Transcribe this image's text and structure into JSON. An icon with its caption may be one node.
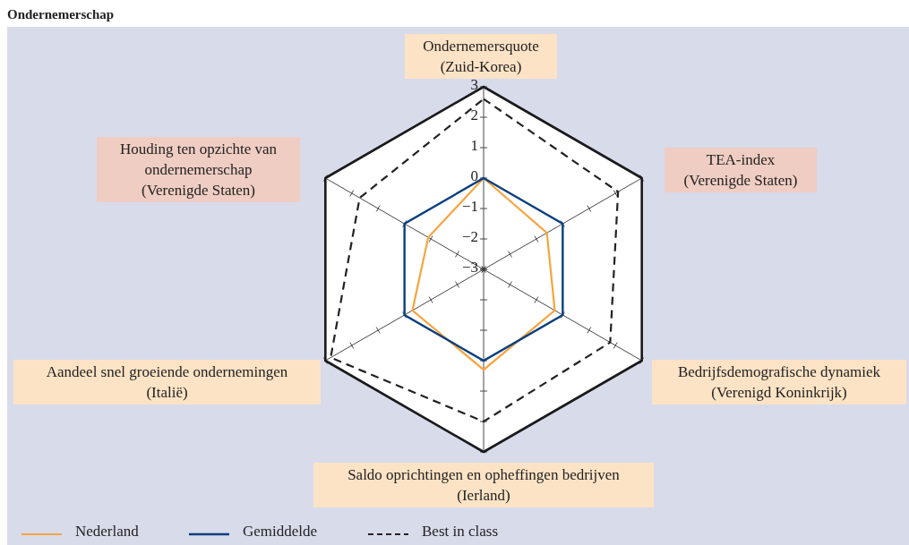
{
  "diagram": {
    "title": "Ondernemerschap",
    "nodes": [
      {
        "text": [
          "Ondernemersquote (Zuid-Korea)"
        ]
      },
      {
        "text": [
          "Houding ten opzichte van ondernemerschap (Verenigde Staten)"
        ]
      },
      {
        "text": [
          "TEA-index (Verenigde Staten)"
        ]
      },
      {
        "text": [
          "Aandeel snel groeiende ondernemingen (Italië)"
        ]
      },
      {
        "text": [
          "Bedrijfsdemografische dynamiek (Verenigd Koninkrijk)"
        ]
      },
      {
        "text": [
          "Saldo oprichtingen en opheffingen bedrijven (Ierland)"
        ]
      }
    ],
    "labels": [
      "3",
      "2",
      "1",
      "0",
      "−1",
      "−2",
      "−3"
    ],
    "legend": [
      {
        "text": "Nederland"
      },
      {
        "text": "Gemiddelde"
      },
      {
        "text": "Best in class"
      }
    ]
  }
}
